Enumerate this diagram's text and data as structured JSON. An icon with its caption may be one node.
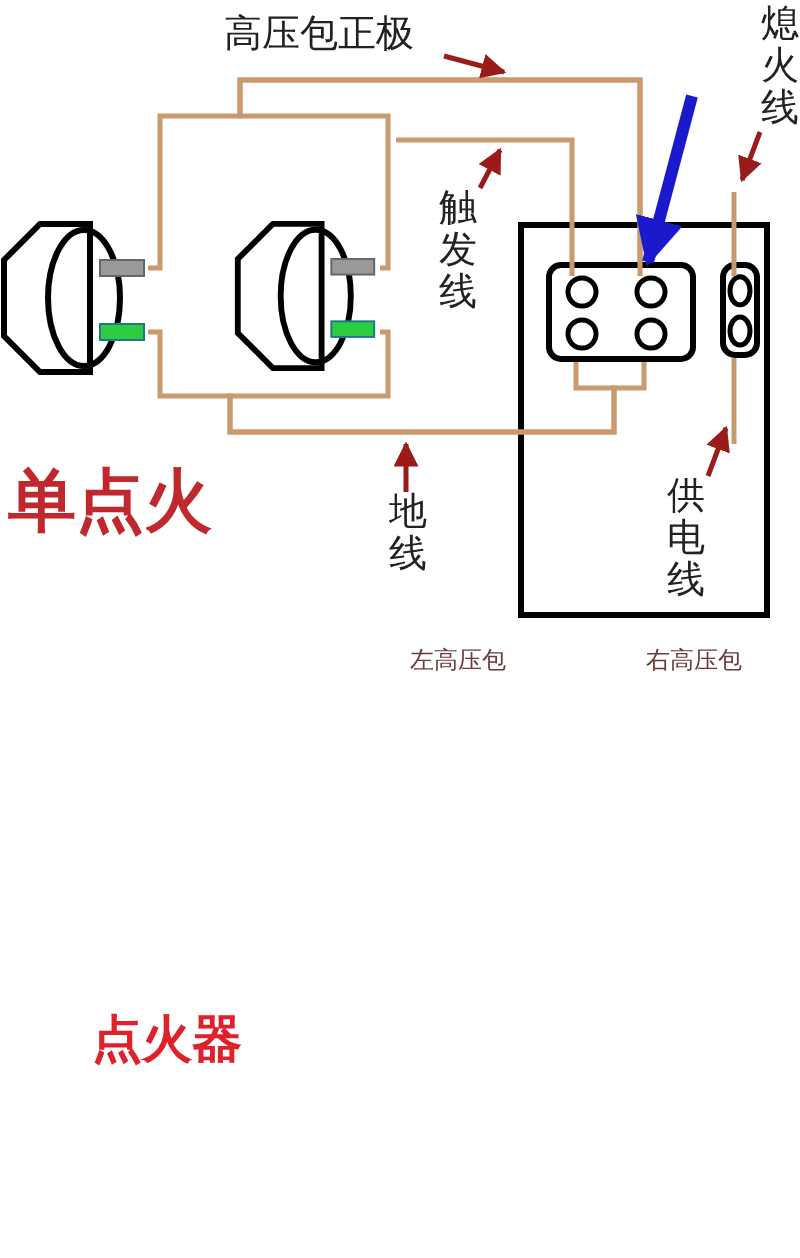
{
  "diagram": {
    "nodes": [
      {
        "text": [],
        "shape": "picture"
      },
      {
        "text": [],
        "shape": "picture"
      },
      {
        "text": [],
        "shape": "box"
      },
      {
        "text": [],
        "shape": "box",
        "in": 2
      },
      {
        "text": [],
        "shape": "box",
        "in": 2
      },
      {
        "text": [
          "高压包正极"
        ]
      },
      {
        "text": [
          "触发线"
        ]
      },
      {
        "text": [
          "熄火线"
        ]
      },
      {
        "text": [
          "供电线"
        ],
        "in": 2
      },
      {
        "text": [
          "地线"
        ]
      }
    ],
    "edges": [
      {
        "from": 0,
        "to": 3,
        "arrow": "none",
        "color": "#c89a6e"
      },
      {
        "from": 1,
        "to": 3,
        "arrow": "none",
        "color": "#c89a6e"
      },
      {
        "from": 0,
        "to": 3,
        "arrow": "none",
        "color": "#c89a6e"
      },
      {
        "from": 1,
        "to": 3,
        "arrow": "none",
        "color": "#c89a6e"
      },
      {
        "from": null,
        "to": 3,
        "arrow": "none",
        "color": "#c89a6e"
      },
      {
        "from": null,
        "to": 4,
        "arrow": "none",
        "color": "#c89a6e"
      },
      {
        "from": 4,
        "to": null,
        "arrow": "none",
        "color": "#c89a6e"
      },
      {
        "from": 5,
        "to": null,
        "arrow": "to",
        "color": "#9b1b1b"
      },
      {
        "from": 6,
        "to": null,
        "arrow": "to",
        "color": "#9b1b1b"
      },
      {
        "from": 7,
        "to": null,
        "arrow": "to",
        "color": "#9b1b1b"
      },
      {
        "from": 8,
        "to": null,
        "arrow": "to",
        "color": "#9b1b1b"
      },
      {
        "from": 9,
        "to": null,
        "arrow": "to",
        "color": "#9b1b1b"
      },
      {
        "from": null,
        "to": 3,
        "arrow": "to",
        "style": "thick",
        "color": "#1a1acc"
      }
    ],
    "labels": [
      "单点火",
      "左高压包",
      "右高压包",
      "点火器"
    ]
  }
}
